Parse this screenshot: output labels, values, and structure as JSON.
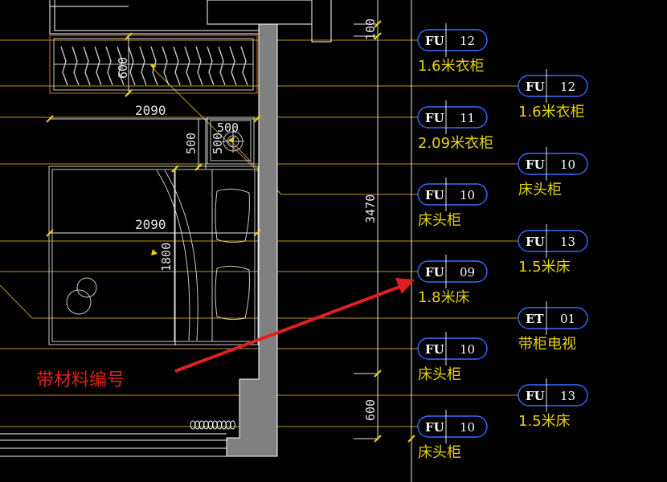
{
  "colors": {
    "background": "#000000",
    "leader": "#b8962a",
    "outline": "#ffffff",
    "furniture": "#c8c8c8",
    "tag_border": "#3a6cff",
    "tag_text": "#ffffff",
    "label": "#e8d400",
    "dim_text": "#e8e8e8",
    "tick": "#e8d400",
    "wall": "#808080",
    "annotation": "#e02020"
  },
  "dimensions": {
    "wardrobe_depth": "600",
    "wardrobe_width": "2090",
    "nightstand_w": "500",
    "nightstand_d": "500",
    "nightstand_side": "500",
    "bed_width": "2090",
    "bed_length": "1800",
    "room_top": "100",
    "room_depth": "3470",
    "bottom_gap": "600"
  },
  "tags": [
    {
      "code": "FU",
      "num": "12",
      "label": "1.6米衣柜"
    },
    {
      "code": "FU",
      "num": "12",
      "label": "1.6米衣柜"
    },
    {
      "code": "FU",
      "num": "11",
      "label": "2.09米衣柜"
    },
    {
      "code": "FU",
      "num": "10",
      "label": "床头柜"
    },
    {
      "code": "FU",
      "num": "10",
      "label": "床头柜"
    },
    {
      "code": "FU",
      "num": "13",
      "label": "1.5米床"
    },
    {
      "code": "FU",
      "num": "09",
      "label": "1.8米床"
    },
    {
      "code": "ET",
      "num": "01",
      "label": "带柜电视"
    },
    {
      "code": "FU",
      "num": "10",
      "label": "床头柜"
    },
    {
      "code": "FU",
      "num": "13",
      "label": "1.5米床"
    },
    {
      "code": "FU",
      "num": "10",
      "label": "床头柜"
    }
  ],
  "annotation": {
    "text": "带材料编号"
  },
  "icons": {
    "arrow": "red-arrow-icon"
  }
}
